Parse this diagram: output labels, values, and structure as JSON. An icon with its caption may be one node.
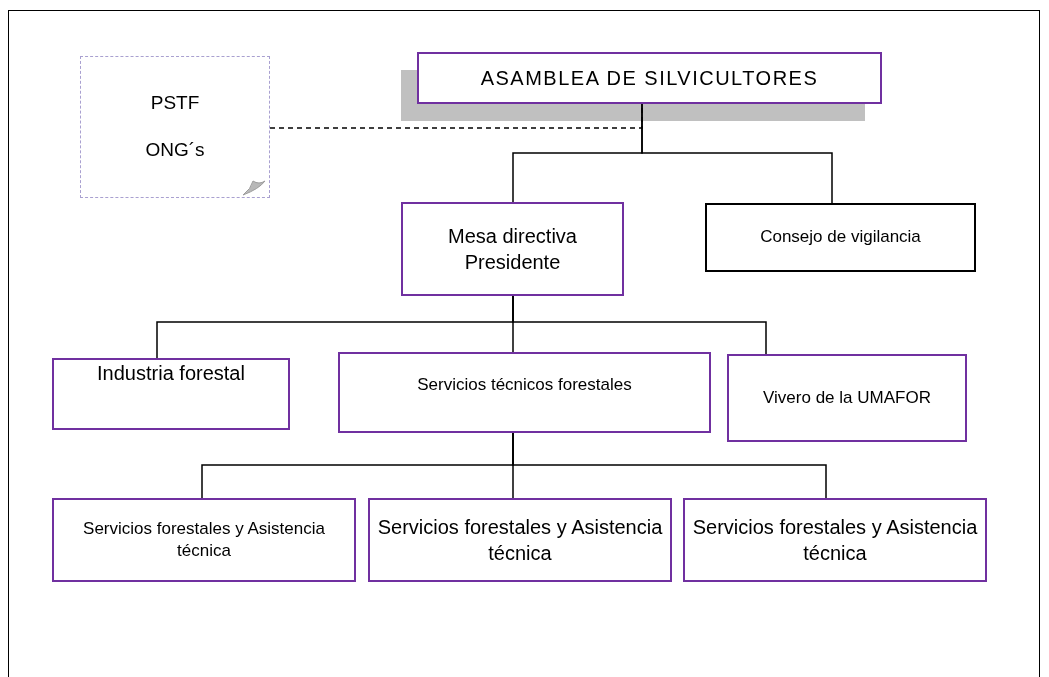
{
  "diagram": {
    "nodes": [
      {
        "text": [
          "ASAMBLEA DE SILVICULTORES"
        ]
      },
      {
        "text": [
          "PSTF",
          "ONG´s"
        ]
      },
      {
        "text": [
          "Mesa directiva Presidente"
        ]
      },
      {
        "text": [
          "Consejo de vigilancia"
        ]
      },
      {
        "text": [
          "Industria forestal"
        ]
      },
      {
        "text": [
          "Servicios técnicos forestales"
        ]
      },
      {
        "text": [
          "Vivero de la UMAFOR"
        ]
      },
      {
        "text": [
          "Servicios forestales  y Asistencia técnica"
        ]
      },
      {
        "text": [
          "Servicios forestales y Asistencia técnica"
        ]
      },
      {
        "text": [
          "Servicios forestales y Asistencia técnica"
        ]
      }
    ],
    "edges": [
      {
        "from": 1,
        "to": 0,
        "arrow": "none",
        "style": "dashed"
      },
      {
        "from": 0,
        "to": 2,
        "arrow": "none"
      },
      {
        "from": 0,
        "to": 3,
        "arrow": "none"
      },
      {
        "from": 2,
        "to": 4,
        "arrow": "none"
      },
      {
        "from": 2,
        "to": 5,
        "arrow": "none"
      },
      {
        "from": 2,
        "to": 6,
        "arrow": "none"
      },
      {
        "from": 5,
        "to": 7,
        "arrow": "none"
      },
      {
        "from": 5,
        "to": 8,
        "arrow": "none"
      },
      {
        "from": 5,
        "to": 9,
        "arrow": "none"
      }
    ]
  }
}
